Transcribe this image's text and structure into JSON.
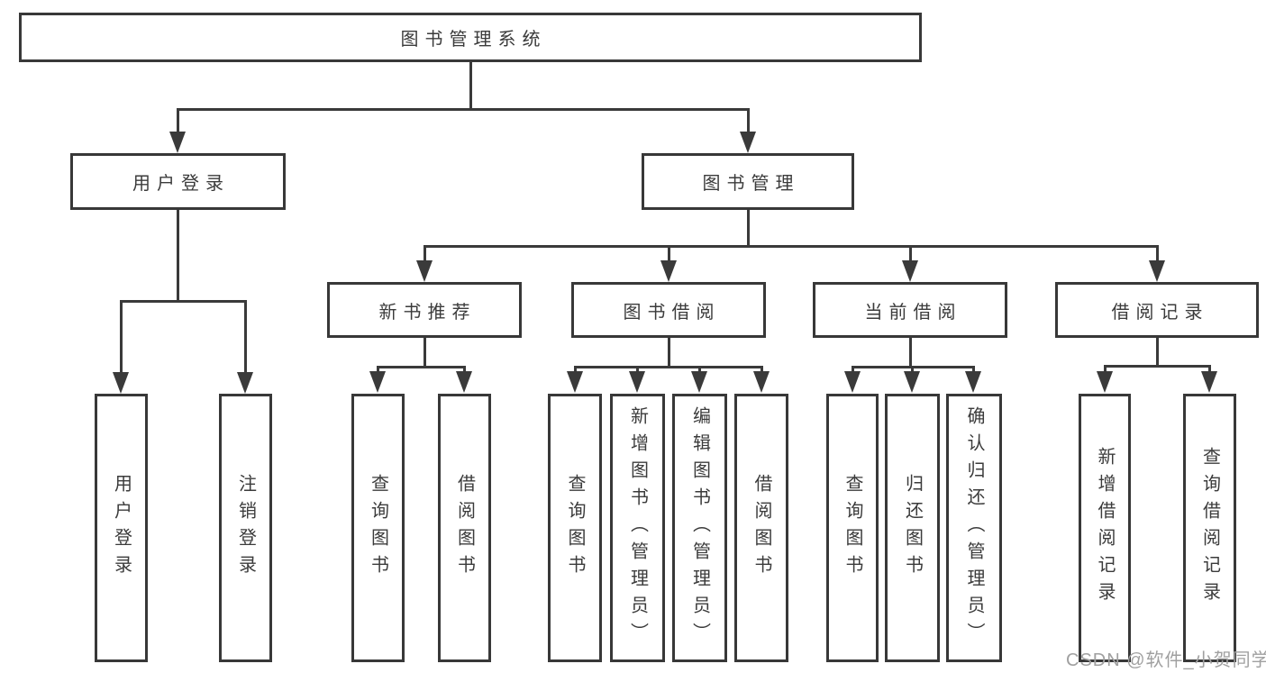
{
  "diagram": {
    "root": {
      "label": "图书管理系统"
    },
    "branches": [
      {
        "label": "用户登录",
        "children": [
          "用户登录",
          "注销登录"
        ]
      },
      {
        "label": "图书管理",
        "children": [
          {
            "label": "新书推荐",
            "children": [
              "查询图书",
              "借阅图书"
            ]
          },
          {
            "label": "图书借阅",
            "children": [
              "查询图书",
              "新增图书（管理员）",
              "编辑图书（管理员）",
              "借阅图书"
            ]
          },
          {
            "label": "当前借阅",
            "children": [
              "查询图书",
              "归还图书",
              "确认归还（管理员）"
            ]
          },
          {
            "label": "借阅记录",
            "children": [
              "新增借阅记录",
              "查询借阅记录"
            ]
          }
        ]
      }
    ]
  },
  "watermark": {
    "text": "CSDN @软件_小贺同学"
  },
  "colors": {
    "line": "#3a3a3a",
    "border": "#383838",
    "text": "#3b3b3b",
    "watermark": "#a0a0a0",
    "background": "#ffffff"
  }
}
